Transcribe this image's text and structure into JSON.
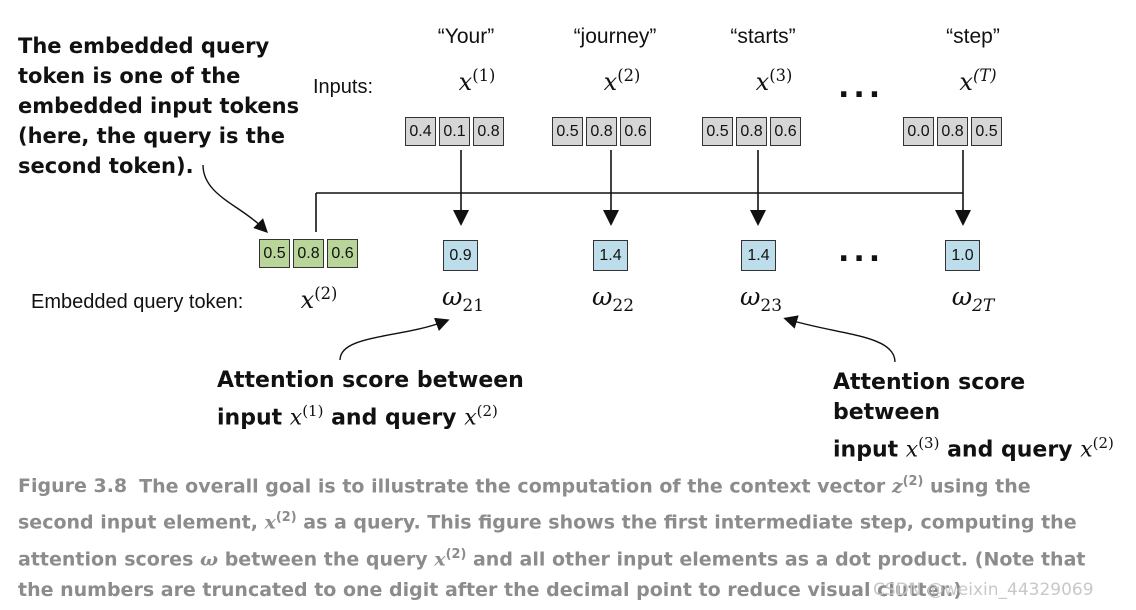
{
  "callout_top": {
    "lines": [
      "The embedded query",
      "token is one of the",
      "embedded input tokens",
      "(here, the query is the",
      "second token)."
    ]
  },
  "inputs_label": "Inputs:",
  "tokens": [
    {
      "label": "“Your”",
      "var": "x",
      "sup": "(1)",
      "values": [
        "0.4",
        "0.1",
        "0.8"
      ]
    },
    {
      "label": "“journey”",
      "var": "x",
      "sup": "(2)",
      "values": [
        "0.5",
        "0.8",
        "0.6"
      ]
    },
    {
      "label": "“starts”",
      "var": "x",
      "sup": "(3)",
      "values": [
        "0.5",
        "0.8",
        "0.6"
      ]
    },
    {
      "label": "“step”",
      "var": "x",
      "sup": "(T)",
      "values": [
        "0.0",
        "0.8",
        "0.5"
      ]
    }
  ],
  "ellipsis": "...",
  "query": {
    "label": "Embedded query token:",
    "var": "x",
    "sup": "(2)",
    "values": [
      "0.5",
      "0.8",
      "0.6"
    ]
  },
  "scores": [
    {
      "value": "0.9",
      "symbol": "ω",
      "sub": "21"
    },
    {
      "value": "1.4",
      "symbol": "ω",
      "sub": "22"
    },
    {
      "value": "1.4",
      "symbol": "ω",
      "sub": "23"
    },
    {
      "value": "1.0",
      "symbol": "ω",
      "sub": "2T"
    }
  ],
  "callout_left": {
    "line1": "Attention score between",
    "line2_prefix": "input ",
    "var1": "x",
    "sup1": "(1)",
    "line2_mid": "and query ",
    "var2": "x",
    "sup2": "(2)"
  },
  "callout_right": {
    "line1": "Attention score between",
    "line2_prefix": "input ",
    "var1": "x",
    "sup1": "(3)",
    "line2_mid": "and query ",
    "var2": "x",
    "sup2": "(2)"
  },
  "caption": {
    "figure": "Figure 3.8",
    "l1_a": "The overall goal is to illustrate the computation of the context vector ",
    "l1_var": "z",
    "l1_sup": "(2)",
    "l1_b": " using the",
    "l2_a": "second input element, ",
    "l2_var": "x",
    "l2_sup": "(2)",
    "l2_b": " as a query. This figure shows the first intermediate step, computing the",
    "l3_a": "attention scores ",
    "l3_omega": "ω",
    "l3_b": " between the query ",
    "l3_var": "x",
    "l3_sup": "(2)",
    "l3_c": " and all other input elements as a dot product. (Note that",
    "l4": "the numbers are truncated to one digit after the decimal point to reduce visual clutter.)"
  },
  "watermark": "CSDN @weixin_44329069",
  "colors": {
    "input_box": "#d6d6d6",
    "query_box": "#b9d59a",
    "score_box": "#bcdde9",
    "caption_text": "#8c8c8c"
  }
}
